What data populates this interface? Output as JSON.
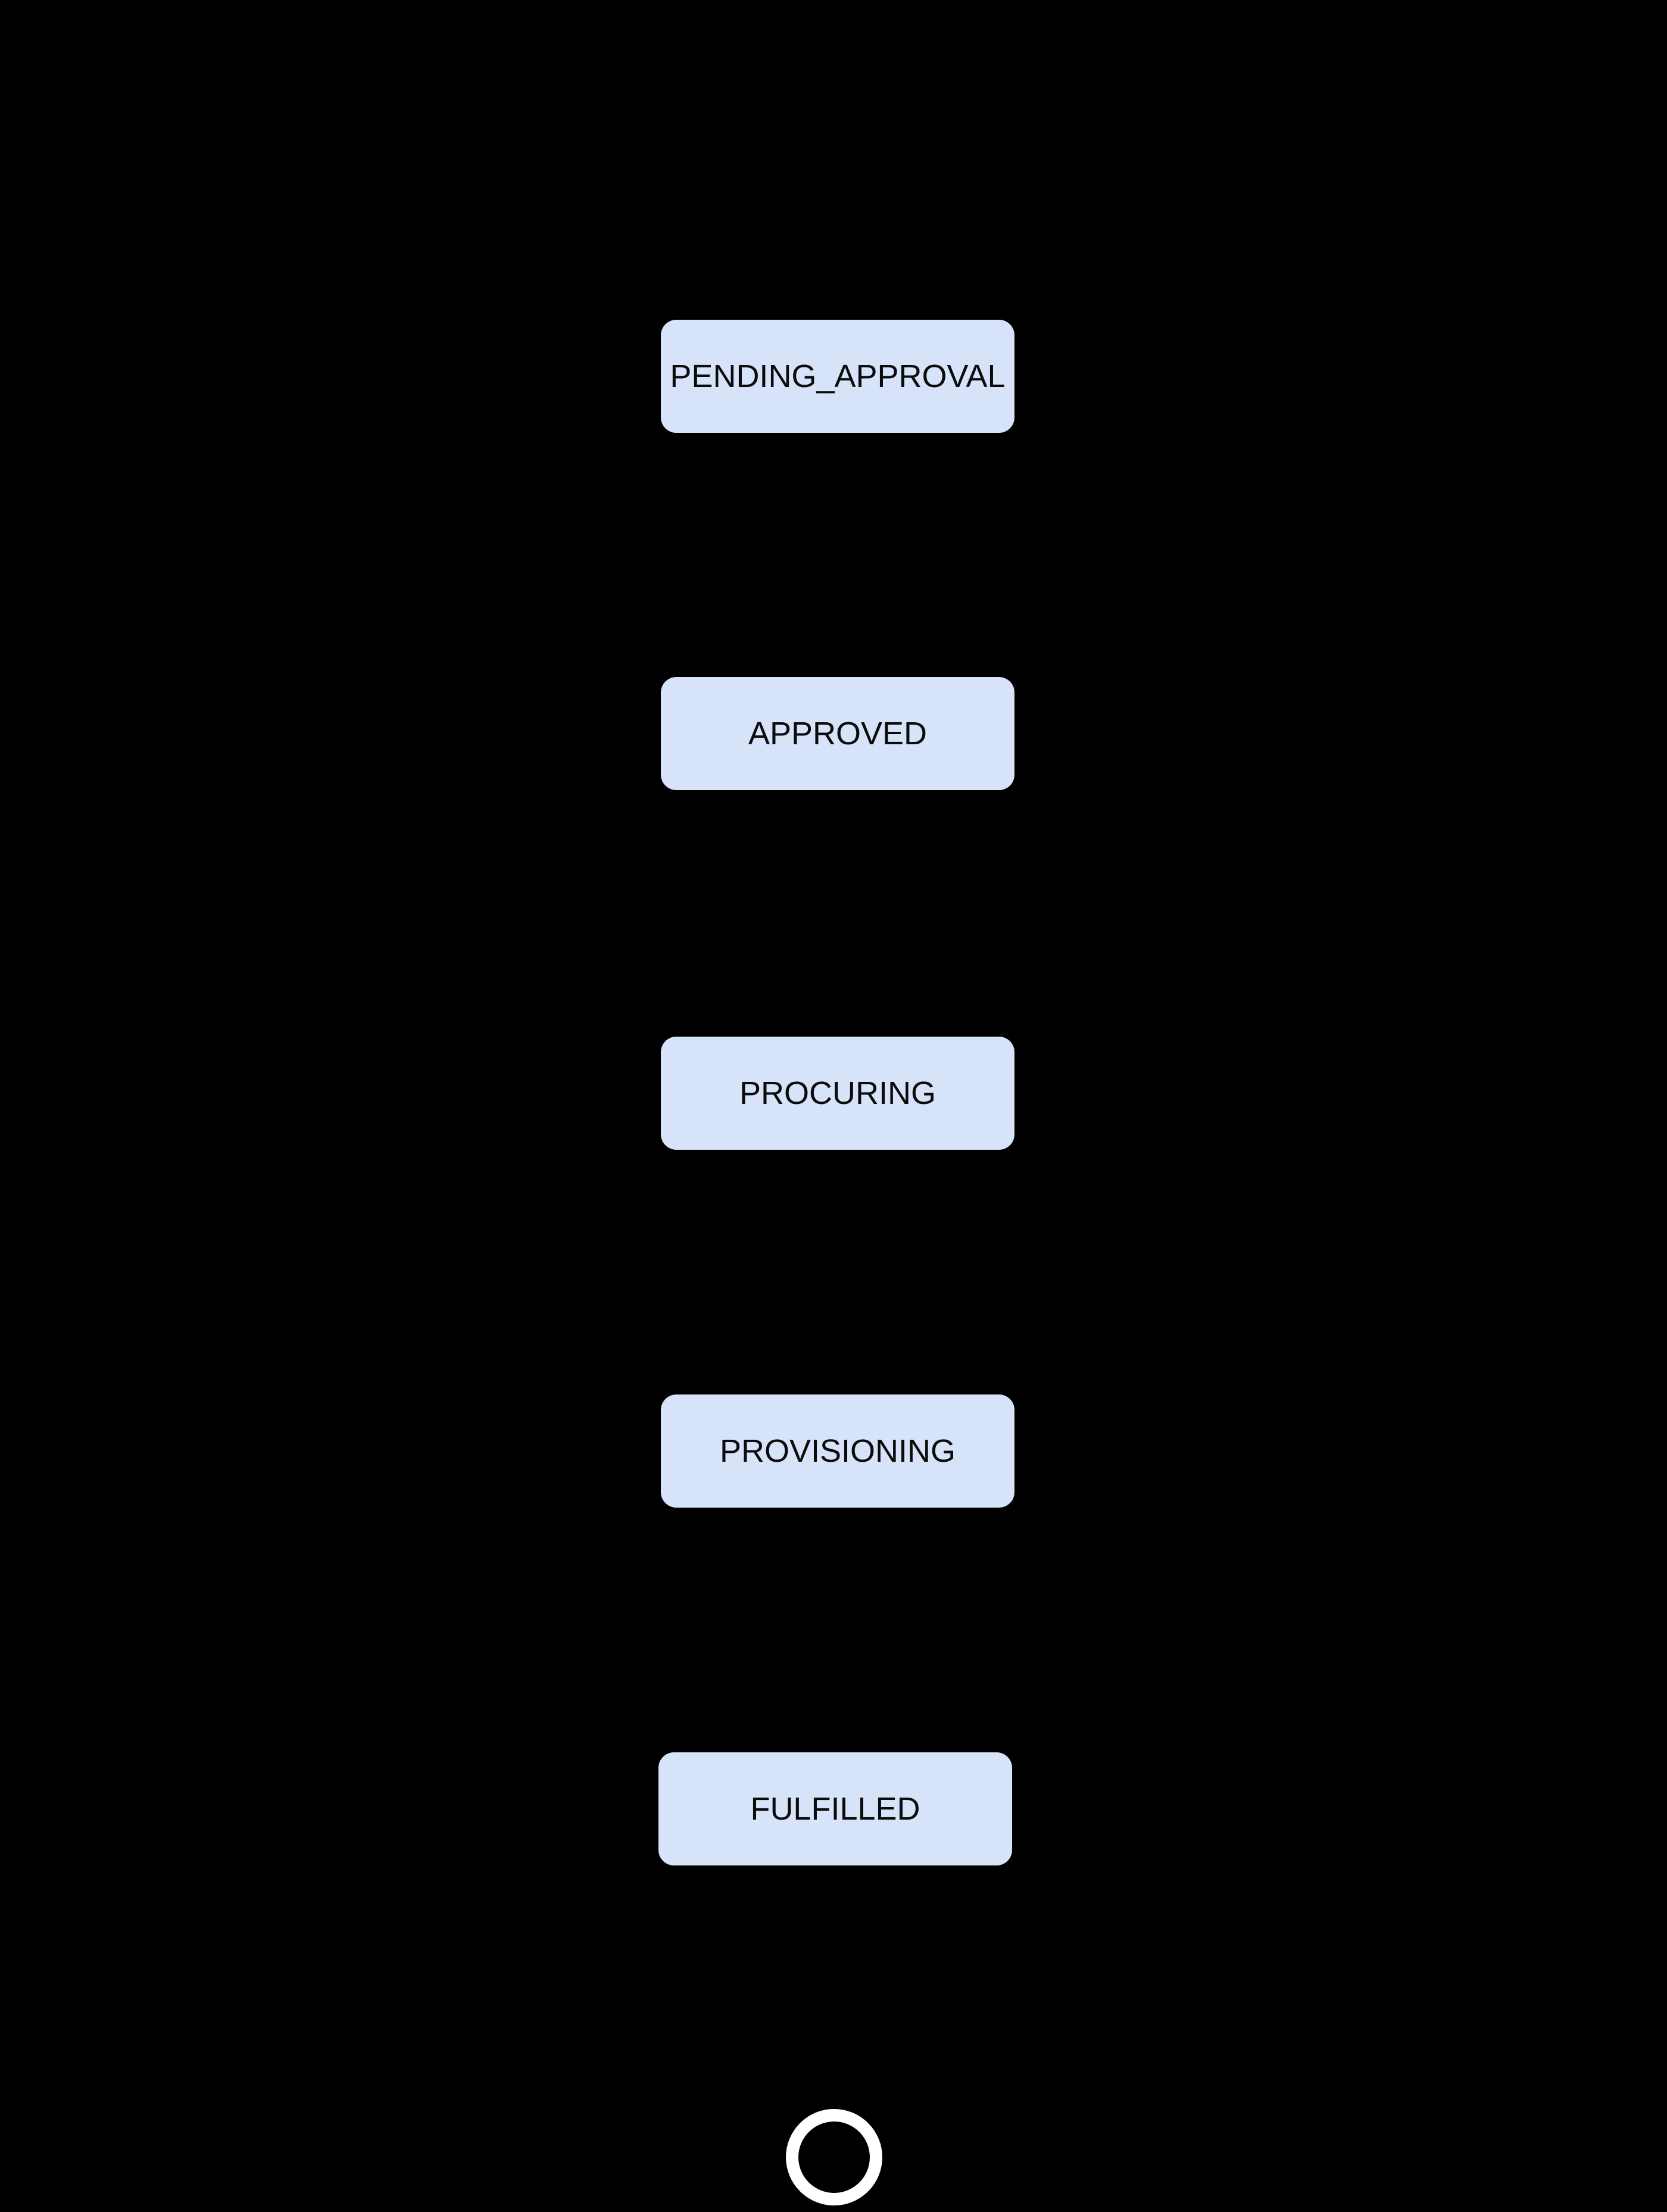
{
  "diagram": {
    "type": "state-machine-flow",
    "orientation": "vertical",
    "background_color": "#000000",
    "node_fill_color": "#d7e3f8",
    "node_text_color": "#0b0b0b",
    "final_state_ring_color": "#ffffff",
    "nodes": [
      {
        "id": "pending-approval",
        "label": "PENDING_APPROVAL"
      },
      {
        "id": "approved",
        "label": "APPROVED"
      },
      {
        "id": "procuring",
        "label": "PROCURING"
      },
      {
        "id": "provisioning",
        "label": "PROVISIONING"
      },
      {
        "id": "fulfilled",
        "label": "FULFILLED"
      }
    ],
    "final_state": {
      "shape": "ring"
    }
  }
}
